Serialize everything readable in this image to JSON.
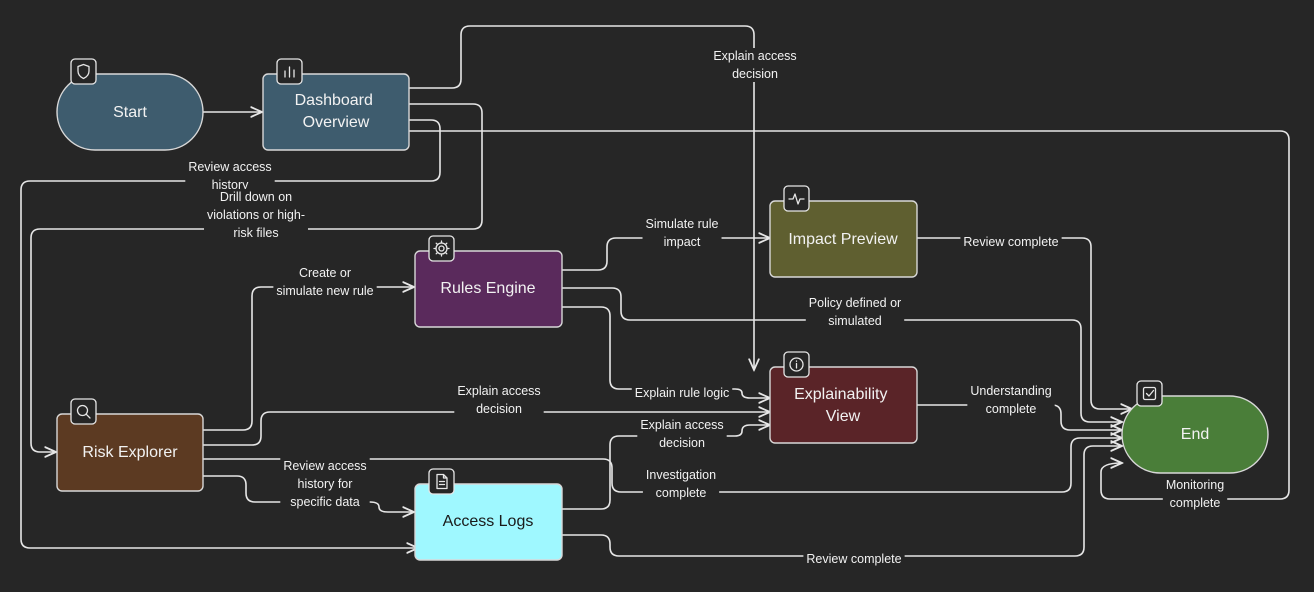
{
  "nodes": {
    "start": {
      "label": "Start",
      "fill": "#3e5c6e",
      "text": "#f2f2f2",
      "icon": "shield-icon"
    },
    "dashboard": {
      "label_lines": [
        "Dashboard",
        "Overview"
      ],
      "fill": "#3e5c6e",
      "text": "#f2f2f2",
      "icon": "bar-chart-icon"
    },
    "impact": {
      "label": "Impact Preview",
      "fill": "#5f5f30",
      "text": "#f2f2f2",
      "icon": "pulse-icon"
    },
    "rules": {
      "label": "Rules Engine",
      "fill": "#5a2a5c",
      "text": "#f2f2f2",
      "icon": "gear-icon"
    },
    "explain": {
      "label_lines": [
        "Explainability",
        "View"
      ],
      "fill": "#5a2428",
      "text": "#f2f2f2",
      "icon": "info-icon"
    },
    "risk": {
      "label": "Risk Explorer",
      "fill": "#5c3a22",
      "text": "#f2f2f2",
      "icon": "magnifier-icon"
    },
    "logs": {
      "label": "Access Logs",
      "fill": "#9ff8ff",
      "text": "#1a1a1a",
      "icon": "document-icon"
    },
    "end": {
      "label": "End",
      "fill": "#4a7e39",
      "text": "#f2f2f2",
      "icon": "checkbox-icon"
    }
  },
  "edges": {
    "dash_explain": [
      "Explain access",
      "decision"
    ],
    "dash_risk_history": [
      "Review access",
      "history"
    ],
    "dash_risk_drill": [
      "Drill down on",
      "violations or high-",
      "risk files"
    ],
    "risk_rules": [
      "Create or",
      "simulate new rule"
    ],
    "rules_impact": [
      "Simulate rule",
      "impact"
    ],
    "impact_end": [
      "Review complete"
    ],
    "rules_end": [
      "Policy defined or",
      "simulated"
    ],
    "rules_explain": [
      "Explain rule logic"
    ],
    "risk_explain": [
      "Explain access",
      "decision"
    ],
    "explain_end": [
      "Understanding",
      "complete"
    ],
    "logs_explain": [
      "Explain access",
      "decision"
    ],
    "risk_end": [
      "Investigation",
      "complete"
    ],
    "risk_logs": [
      "Review access",
      "history for",
      "specific data"
    ],
    "logs_end": [
      "Review complete"
    ],
    "dash_end": [
      "Monitoring",
      "complete"
    ]
  }
}
